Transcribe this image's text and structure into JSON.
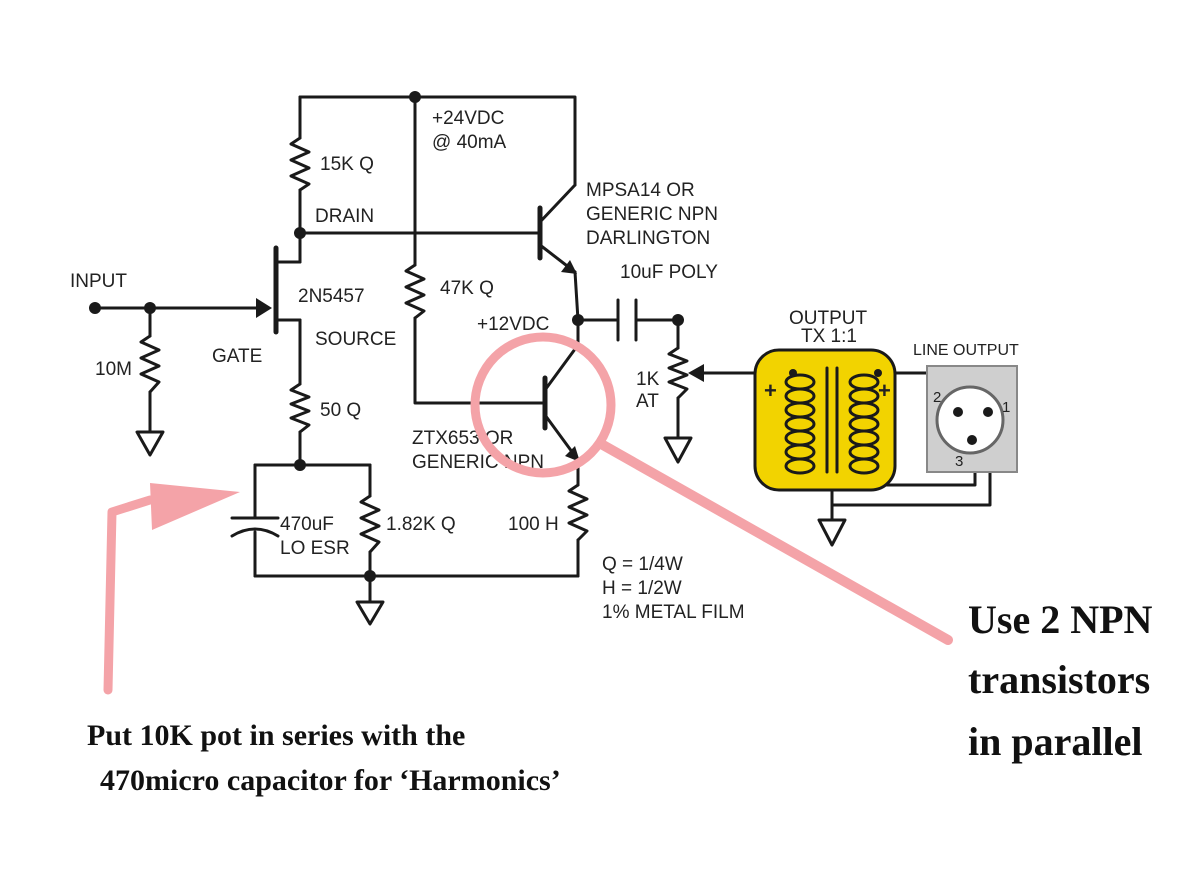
{
  "labels": {
    "supply": "+24VDC",
    "current": "@ 40mA",
    "r_drain": "15K Q",
    "drain": "DRAIN",
    "darlington_1": "MPSA14 OR",
    "darlington_2": "GENERIC NPN",
    "darlington_3": "DARLINGTON",
    "cap_out": "10uF POLY",
    "input": "INPUT",
    "jfet": "2N5457",
    "r_bias": "47K Q",
    "mid_rail": "+12VDC",
    "source": "SOURCE",
    "gate": "GATE",
    "r_gate": "10M",
    "output_tx_1": "OUTPUT",
    "output_tx_2": "TX 1:1",
    "line_output": "LINE OUTPUT",
    "pot_1": "1K",
    "pot_2": "AT",
    "r_source": "50 Q",
    "npn_1": "ZTX653 OR",
    "npn_2": "GENERIC NPN",
    "cap_bypass_1": "470uF",
    "cap_bypass_2": "LO ESR",
    "r_bypass": "1.82K Q",
    "r_emitter": "100 H",
    "legend_1": "Q = 1/4W",
    "legend_2": "H = 1/2W",
    "legend_3": "1% METAL FILM",
    "xlr_pin1": "1",
    "xlr_pin2": "2",
    "xlr_pin3": "3",
    "plus": "+"
  },
  "annotations": {
    "npn_note_1": "Use 2 NPN",
    "npn_note_2": "transistors",
    "npn_note_3": "in parallel",
    "cap_note_1": "Put 10K pot in series with the",
    "cap_note_2": "470micro capacitor for ‘Harmonics’"
  },
  "colors": {
    "annotation": "#f4a3a8",
    "transformer": "#f2d300",
    "xlr_body": "#cfcfcf",
    "wire": "#1a1a1a"
  }
}
